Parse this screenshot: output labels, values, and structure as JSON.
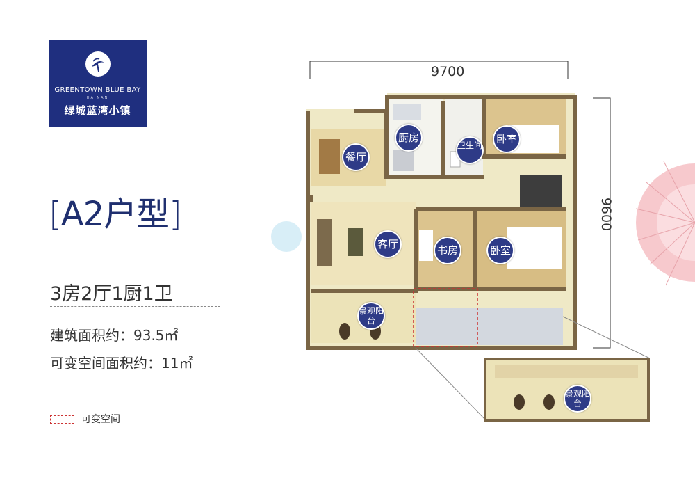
{
  "logo": {
    "icon": "bird-tree-logo-icon",
    "brand_en": "GREENTOWN BLUE BAY",
    "brand_sub": "HAINAN",
    "brand_cn": "绿城蓝湾小镇"
  },
  "title": {
    "open": "[",
    "text": "A2户型",
    "close": "]"
  },
  "layout_type": "3房2厅1厨1卫",
  "areas": {
    "building": "建筑面积约：93.5㎡",
    "variable": "可变空间面积约：11㎡"
  },
  "legend": {
    "label": "可变空间"
  },
  "dimensions": {
    "width": "9700",
    "depth": "9600"
  },
  "rooms": {
    "dining": "餐厅",
    "kitchen": "厨房",
    "bathroom": "卫生间",
    "bedroom_top": "卧室",
    "living": "客厅",
    "study": "书房",
    "bedroom_main": "卧室",
    "balcony": "景观阳台",
    "balcony_alt": "景观阳台"
  },
  "colors": {
    "brand": "#1f2f7f",
    "badge": "#2e3b87",
    "wall": "#7a6545",
    "floor": "#efe9c6",
    "variable_dash": "#cc3333"
  }
}
